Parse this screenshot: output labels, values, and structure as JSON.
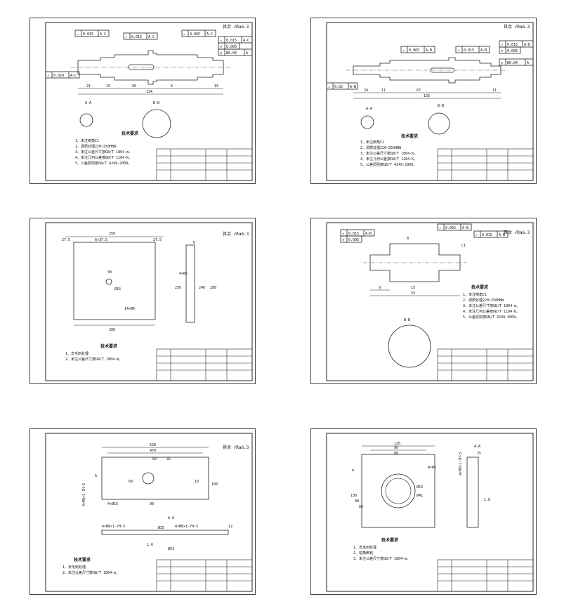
{
  "sheets": [
    {
      "roughness_label": "其余 √Ra6.3",
      "tolerance_frames": [
        {
          "symbol": "↗",
          "value": "0.015",
          "datum": "A-C"
        },
        {
          "symbol": "↗",
          "value": "0.015",
          "datum": "A-C"
        },
        {
          "symbol": "↗",
          "value": "0.065",
          "datum": "A-C"
        },
        {
          "symbol": "↗",
          "value": "0.015",
          "datum": "A-C"
        },
        {
          "symbol": "⌭",
          "value": "0.005",
          "datum": ""
        },
        {
          "symbol": "◎",
          "value": "Ø0.04",
          "datum": "A"
        },
        {
          "symbol": "↗",
          "value": "0.020",
          "datum": "A-C"
        }
      ],
      "dims": [
        "21",
        "15",
        "50",
        "6",
        "15",
        "134"
      ],
      "section_labels": [
        "A-A",
        "B-B"
      ],
      "notes_title": "技术要求",
      "notes": [
        "1、未注倒角C1",
        "2、调质处理220~250HBW",
        "3、未注公差尺寸按GB/T 1804-m。",
        "4、未注几何公差按GB/T 1184-K。",
        "5、公差原则按GB/T 4249-2009。"
      ]
    },
    {
      "roughness_label": "其余 √Ra6.3",
      "tolerance_frames": [
        {
          "symbol": "↗",
          "value": "0.065",
          "datum": "A-B"
        },
        {
          "symbol": "↗",
          "value": "0.015",
          "datum": "A-B"
        },
        {
          "symbol": "↗",
          "value": "0.015",
          "datum": "A-B"
        },
        {
          "symbol": "⌭",
          "value": "0.005",
          "datum": ""
        },
        {
          "symbol": "◎",
          "value": "Ø0.04",
          "datum": "A"
        },
        {
          "symbol": "↗",
          "value": "0.02",
          "datum": "A-B"
        }
      ],
      "dims": [
        "24",
        "11",
        "67",
        "11",
        "135"
      ],
      "section_labels": [
        "A-A",
        "B-B"
      ],
      "notes_title": "技术要求",
      "notes": [
        "1、未注倒角C1",
        "2、调质处理220~250HBW",
        "3、未注公差尺寸按GB/T 1804-m。",
        "4、未注几何公差按GB/T 1184-K。",
        "5、公差原则按GB/T 4249-2009。"
      ]
    },
    {
      "roughness_label": "其余 √Ra6.3",
      "dims": [
        "250",
        "27.5",
        "6×37.5",
        "27.5",
        "30",
        "Ø16",
        "14×Ø6",
        "280",
        "6",
        "4×Ø5",
        "250",
        "240",
        "280"
      ],
      "notes_title": "技术要求",
      "notes": [
        "1、去毛刺处理",
        "2、未注公差尺寸按GB/T 1804-m。"
      ]
    },
    {
      "roughness_label": "其余 √Ra6.3",
      "tolerance_frames": [
        {
          "symbol": "↗",
          "value": "0.015",
          "datum": "A-B"
        },
        {
          "symbol": "⌭",
          "value": "0.005",
          "datum": ""
        },
        {
          "symbol": "↗",
          "value": "0.065",
          "datum": "A-B"
        },
        {
          "symbol": "↗",
          "value": "0.015",
          "datum": "A-B"
        }
      ],
      "dims": [
        "9",
        "15",
        "33",
        "C1"
      ],
      "section_labels": [
        "B",
        "B-B"
      ],
      "notes_title": "技术要求",
      "notes": [
        "1、未注倒角C1",
        "2、调质处理220~250HBW",
        "3、未注公差尺寸按GB/T 1804-m。",
        "4、未注几何公差按GB/T 1184-K。",
        "5、公差原则按GB/T 4249-2009。"
      ]
    },
    {
      "roughness_label": "其余 √Ra6.3",
      "dims": [
        "520",
        "470",
        "60",
        "35",
        "60",
        "10",
        "100",
        "90",
        "4×Ø15",
        "Ø35",
        "Ø53",
        "1.6",
        "12"
      ],
      "thread_labels": [
        "4×M8×1-7H-5",
        "4×M8×1-7H-5",
        "4×M8×1-7H-5"
      ],
      "section_labels": [
        "A",
        "A-A"
      ],
      "notes_title": "技术要求",
      "notes": [
        "1、去毛刺处理",
        "2、未注公差尺寸按GB/T 1804-m。"
      ]
    },
    {
      "roughness_label": "",
      "dims": [
        "120",
        "90",
        "80",
        "4×Ø5",
        "130",
        "90",
        "80",
        "Ø53",
        "Ø41",
        "25",
        "1.6"
      ],
      "thread_labels": [
        "4×M8×1-7H-5"
      ],
      "section_labels": [
        "A",
        "A-A"
      ],
      "notes_title": "技术要求",
      "notes": [
        "1、去毛刺处理",
        "2、锐角倒钝",
        "3、未注公差尺寸按GB/T 1804-m。"
      ]
    }
  ]
}
